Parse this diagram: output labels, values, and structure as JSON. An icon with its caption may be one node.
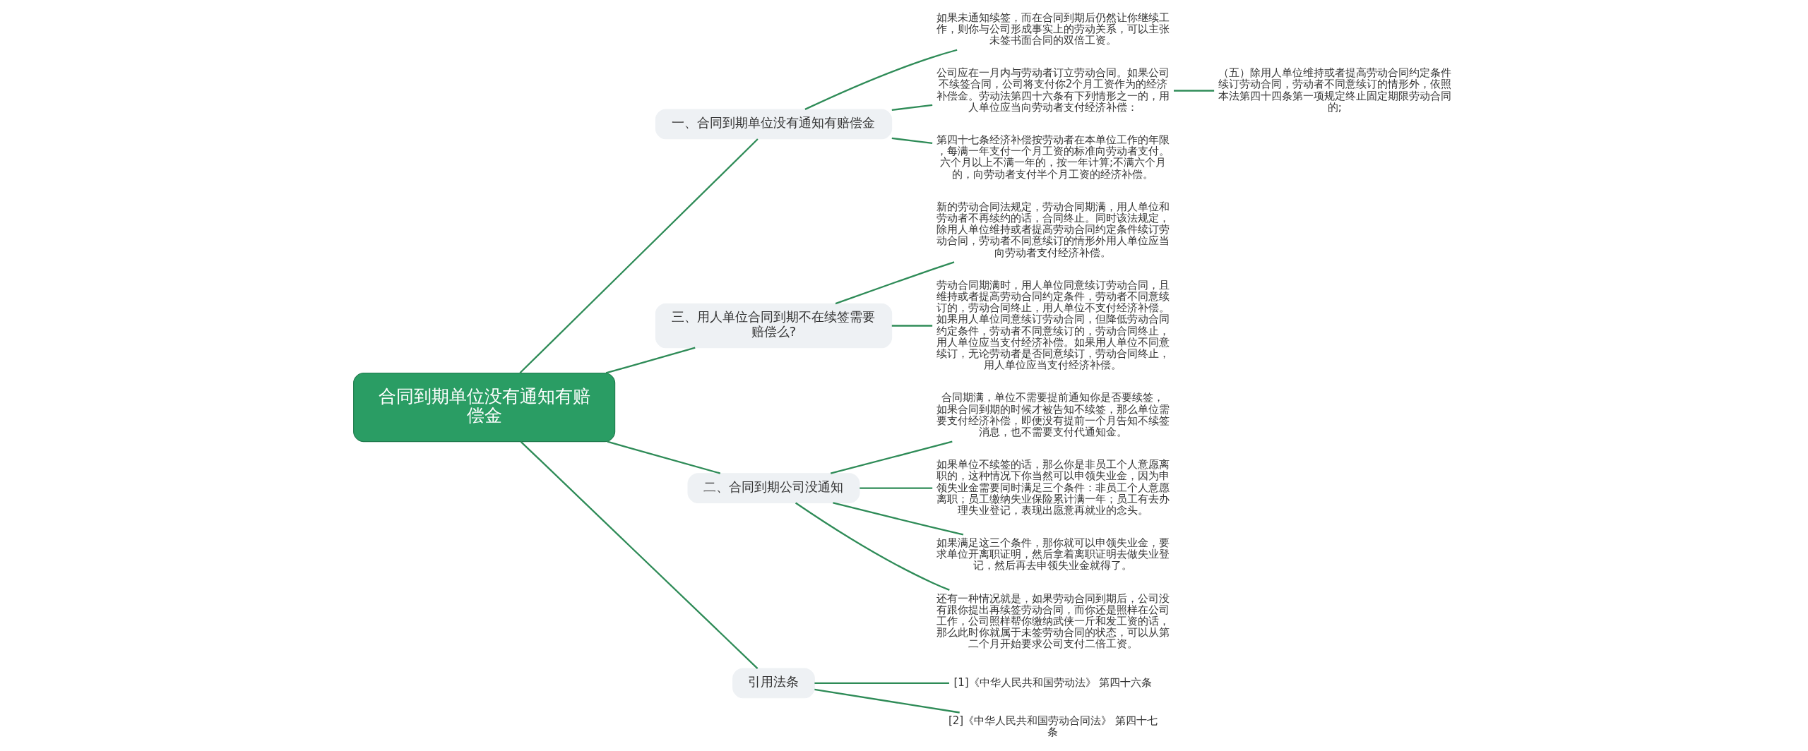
{
  "diagram": {
    "nodes": [
      {
        "text": [
          "合同到期单位没有通知有赔偿金"
        ]
      },
      {
        "text": [
          "一、合同到期单位没有通知有赔偿金"
        ]
      },
      {
        "text": [
          "如果未通知续签，而在合同到期后仍然让你继续工作，则你与公司形成事实上的劳动关系，可以主张未签书面合同的双倍工资。"
        ]
      },
      {
        "text": [
          "公司应在一月内与劳动者订立劳动合同。如果公司不续签合同，公司将支付你2个月工资作为的经济补偿金。劳动法第四十六条有下列情形之一的，用人单位应当向劳动者支付经济补偿："
        ]
      },
      {
        "text": [
          "（五）除用人单位维持或者提高劳动合同约定条件续订劳动合同，劳动者不同意续订的情形外，依照本法第四十四条第一项规定终止固定期限劳动合同的;"
        ]
      },
      {
        "text": [
          "第四十七条经济补偿按劳动者在本单位工作的年限，每满一年支付一个月工资的标准向劳动者支付。六个月以上不满一年的，按一年计算;不满六个月的，向劳动者支付半个月工资的经济补偿。"
        ]
      },
      {
        "text": [
          "三、用人单位合同到期不在续签需要赔偿么?"
        ]
      },
      {
        "text": [
          "新的劳动合同法规定，劳动合同期满，用人单位和劳动者不再续约的话，合同终止。同时该法规定，除用人单位维持或者提高劳动合同约定条件续订劳动合同，劳动者不同意续订的情形外用人单位应当向劳动者支付经济补偿。"
        ]
      },
      {
        "text": [
          "劳动合同期满时，用人单位同意续订劳动合同，且维持或者提高劳动合同约定条件，劳动者不同意续订的，劳动合同终止，用人单位不支付经济补偿。如果用人单位同意续订劳动合同，但降低劳动合同约定条件，劳动者不同意续订的，劳动合同终止，用人单位应当支付经济补偿。如果用人单位不同意续订，无论劳动者是否同意续订，劳动合同终止，用人单位应当支付经济补偿。"
        ]
      },
      {
        "text": [
          "二、合同到期公司没通知"
        ]
      },
      {
        "text": [
          " 合同期满，单位不需要提前通知你是否要续签，如果合同到期的时候才被告知不续签，那么单位需要支付经济补偿，即便没有提前一个月告知不续签消息，也不需要支付代通知金。"
        ]
      },
      {
        "text": [
          "如果单位不续签的话，那么你是非员工个人意愿离职的，这种情况下你当然可以申领失业金，因为申领失业金需要同时满足三个条件：非员工个人意愿离职；员工缴纳失业保险累计满一年；员工有去办理失业登记，表现出愿意再就业的念头。"
        ]
      },
      {
        "text": [
          "如果满足这三个条件，那你就可以申领失业金，要求单位开离职证明，然后拿着离职证明去做失业登记，然后再去申领失业金就得了。"
        ]
      },
      {
        "text": [
          "还有一种情况就是，如果劳动合同到期后，公司没有跟你提出再续签劳动合同，而你还是照样在公司工作，公司照样帮你缴纳武侠一斤和发工资的话，那么此时你就属于未签劳动合同的状态，可以从第二个月开始要求公司支付二倍工资。"
        ]
      },
      {
        "text": [
          "引用法条"
        ]
      },
      {
        "text": [
          "[1]《中华人民共和国劳动法》 第四十六条"
        ]
      },
      {
        "text": [
          "[2]《中华人民共和国劳动合同法》 第四十七条"
        ]
      }
    ],
    "edges": [
      {
        "from": 0,
        "to": 1,
        "arrow": "none"
      },
      {
        "from": 1,
        "to": 2,
        "arrow": "none"
      },
      {
        "from": 1,
        "to": 3,
        "arrow": "none"
      },
      {
        "from": 3,
        "to": 4,
        "arrow": "none"
      },
      {
        "from": 1,
        "to": 5,
        "arrow": "none"
      },
      {
        "from": 0,
        "to": 6,
        "arrow": "none"
      },
      {
        "from": 6,
        "to": 7,
        "arrow": "none"
      },
      {
        "from": 6,
        "to": 8,
        "arrow": "none"
      },
      {
        "from": 0,
        "to": 9,
        "arrow": "none"
      },
      {
        "from": 9,
        "to": 10,
        "arrow": "none"
      },
      {
        "from": 9,
        "to": 11,
        "arrow": "none"
      },
      {
        "from": 9,
        "to": 12,
        "arrow": "none"
      },
      {
        "from": 9,
        "to": 13,
        "arrow": "none"
      },
      {
        "from": 0,
        "to": 14,
        "arrow": "none"
      },
      {
        "from": 14,
        "to": 15,
        "arrow": "none"
      },
      {
        "from": 14,
        "to": 16,
        "arrow": "none"
      }
    ]
  }
}
